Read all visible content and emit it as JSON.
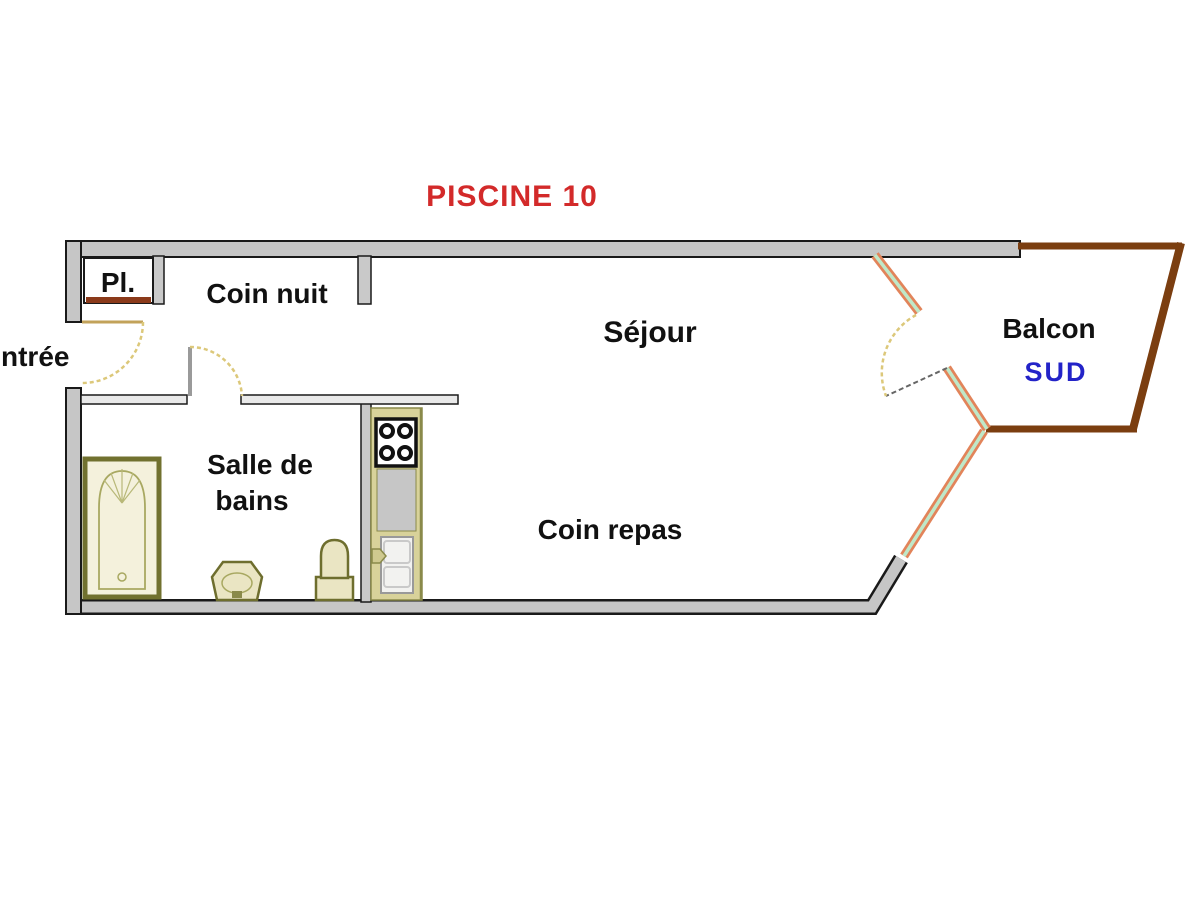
{
  "title": "PISCINE 10",
  "labels": {
    "entree": "ntrée",
    "placard": "Pl.",
    "coin_nuit": "Coin nuit",
    "sejour": "Séjour",
    "salle_de_bains_line1": "Salle de",
    "salle_de_bains_line2": "bains",
    "coin_repas": "Coin repas",
    "balcon": "Balcon",
    "balcon_orientation": "SUD"
  },
  "colors": {
    "title_text": "#d32a2a",
    "room_label_text": "#111111",
    "balcon_sud_text": "#2323c8",
    "perimeter_wall_fill": "#c6c6c6",
    "interior_wall_fill": "#e9e9e9",
    "wall_border": "#1a1a1a",
    "balcony_outline": "#7b3e10",
    "window_frame": "#e2845a",
    "window_glass": "#bfe8c8",
    "door_swing_arc": "#dcc87a",
    "closet_door": "#8b3a1a",
    "fixture_fill": "#eae5c3",
    "fixture_border": "#6e6e2e",
    "kitchen_unit_fill": "#d8d29a",
    "counter_fill": "#c6c6c6"
  },
  "fixtures": [
    "closet",
    "bathtub",
    "bidet",
    "toilet",
    "stove",
    "counter",
    "sink",
    "balcony-window",
    "balcony-door"
  ]
}
